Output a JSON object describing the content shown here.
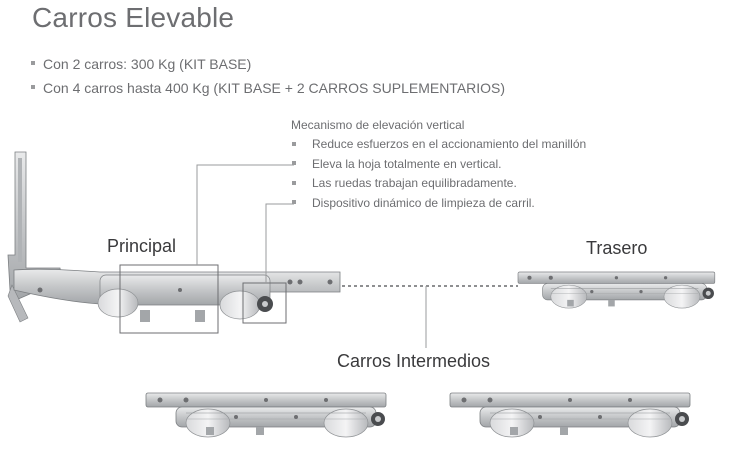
{
  "title": "Carros Elevable",
  "bullets": [
    "Con 2 carros: 300 Kg (KIT BASE)",
    "Con 4 carros hasta  400 Kg (KIT BASE + 2 CARROS SUPLEMENTARIOS)"
  ],
  "mechanism": {
    "title": "Mecanismo de elevación vertical",
    "items": [
      "Reduce esfuerzos en el  accionamiento del manillón",
      "Eleva la hoja totalmente en vertical.",
      "Las ruedas trabajan equilibradamente.",
      "Dispositivo dinámico de limpieza de carril."
    ]
  },
  "labels": {
    "principal": "Principal",
    "trasero": "Trasero",
    "intermedios": "Carros Intermedios"
  },
  "colors": {
    "text": "#6d6e71",
    "metal": "#c9cbcd",
    "metal_dark": "#8e9194",
    "line": "#9a9b9d"
  }
}
